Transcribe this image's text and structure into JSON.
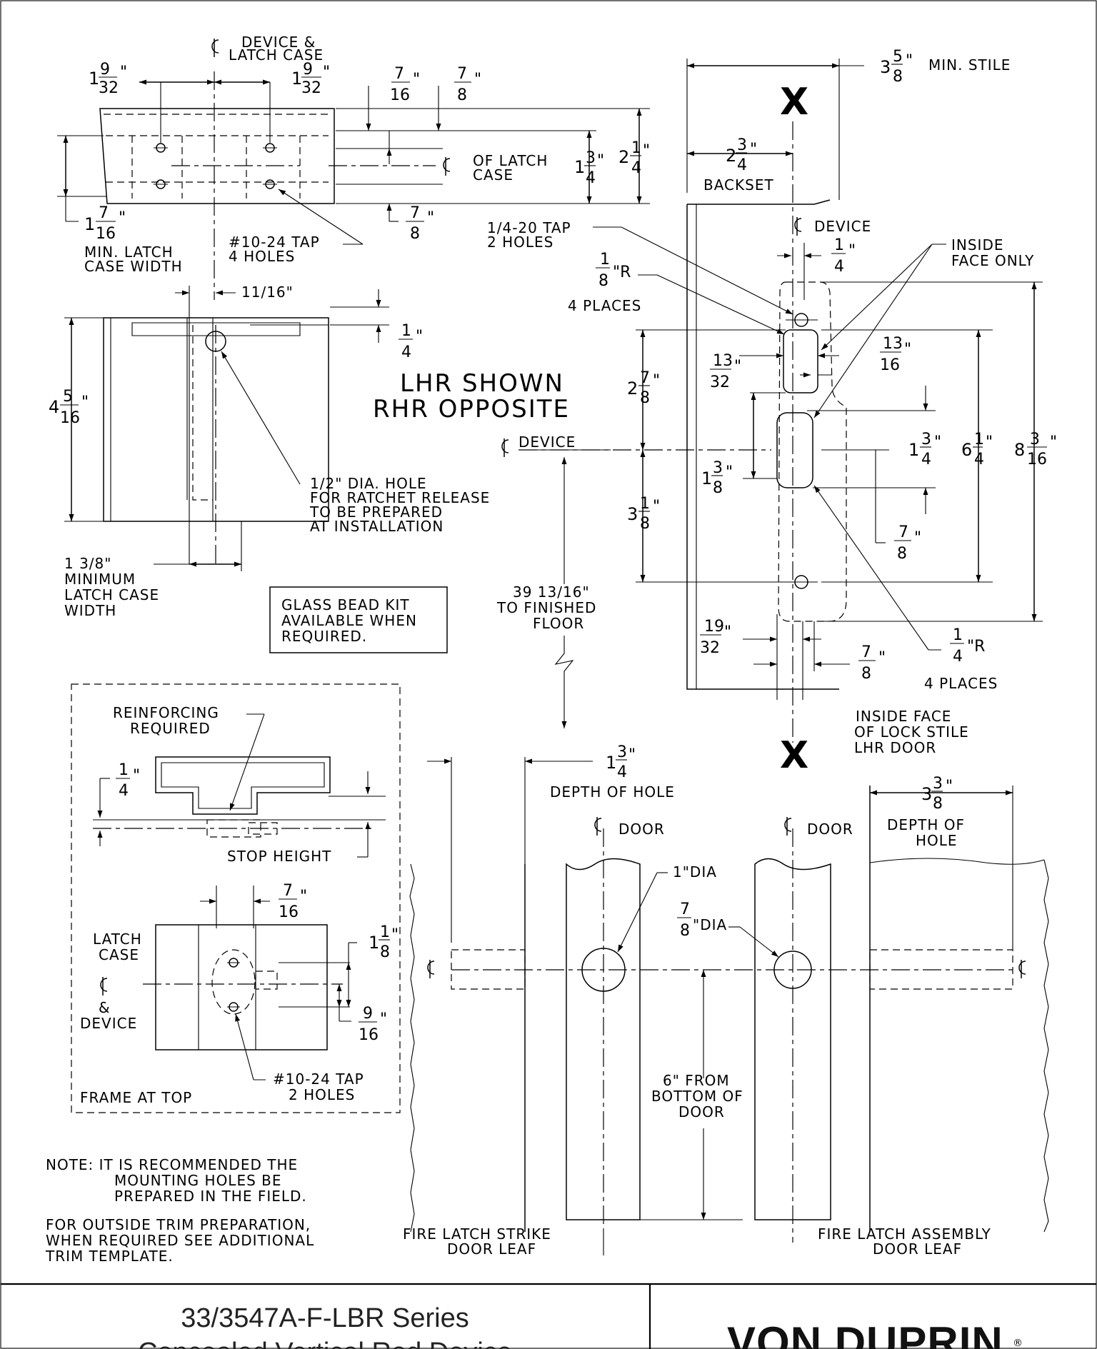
{
  "top_view": {
    "cl_device_latch_case": [
      "DEVICE &",
      "LATCH CASE"
    ],
    "dim_left_top": {
      "whole": "1",
      "num": "9",
      "den": "32",
      "unit": "\""
    },
    "dim_right_top": {
      "whole": "1",
      "num": "9",
      "den": "32",
      "unit": "\""
    },
    "dim_7_16": {
      "num": "7",
      "den": "16",
      "unit": "\""
    },
    "dim_7_8_top": {
      "num": "7",
      "den": "8",
      "unit": "\""
    },
    "cl_latch_case": [
      "OF LATCH",
      "CASE"
    ],
    "dim_1_3_4": {
      "whole": "1",
      "num": "3",
      "den": "4",
      "unit": "\""
    },
    "dim_2_1_4": {
      "whole": "2",
      "num": "1",
      "den": "4",
      "unit": "\""
    },
    "dim_1_7_16": {
      "whole": "1",
      "num": "7",
      "den": "16",
      "unit": "\""
    },
    "dim_7_8_bottom": {
      "num": "7",
      "den": "8",
      "unit": "\""
    },
    "tap_note": [
      "#10-24 TAP",
      "4 HOLES"
    ],
    "min_latch_case": [
      "MIN. LATCH",
      "CASE WIDTH"
    ]
  },
  "side_view": {
    "dim_11_16": "11/16\"",
    "dim_1_4": {
      "num": "1",
      "den": "4",
      "unit": "\""
    },
    "dim_4_5_16": {
      "whole": "4",
      "num": "5",
      "den": "16",
      "unit": "\""
    },
    "hole_note": [
      "1/2\" DIA. HOLE",
      "FOR RATCHET RELEASE",
      "TO BE PREPARED",
      "AT INSTALLATION"
    ],
    "min_latch_width": [
      "1 3/8\"",
      "MINIMUM",
      "LATCH CASE",
      "WIDTH"
    ],
    "handing": [
      "LHR SHOWN",
      "RHR OPPOSITE"
    ],
    "glass_bead": [
      "GLASS BEAD KIT",
      "AVAILABLE WHEN",
      "REQUIRED."
    ]
  },
  "stile_view": {
    "min_stile": {
      "whole": "3",
      "num": "5",
      "den": "8",
      "unit": "\"",
      "text": "MIN. STILE"
    },
    "x_mark": "X",
    "backset": {
      "whole": "2",
      "num": "3",
      "den": "4",
      "unit": "\"",
      "text": "BACKSET"
    },
    "cl_device": "DEVICE",
    "tap_note": [
      "1/4-20 TAP",
      "2 HOLES"
    ],
    "inside_face_only": [
      "INSIDE",
      "FACE ONLY"
    ],
    "dim_1_4": {
      "num": "1",
      "den": "4",
      "unit": "\""
    },
    "radius_1_8": {
      "num": "1",
      "den": "8",
      "unit": "\"R",
      "text": "4 PLACES"
    },
    "dim_13_32": {
      "num": "13",
      "den": "32",
      "unit": "\""
    },
    "dim_13_16": {
      "num": "13",
      "den": "16",
      "unit": "\""
    },
    "dim_2_7_8": {
      "whole": "2",
      "num": "7",
      "den": "8",
      "unit": "\""
    },
    "dim_1_3_8": {
      "whole": "1",
      "num": "3",
      "den": "8",
      "unit": "\""
    },
    "dim_3_1_8": {
      "whole": "3",
      "num": "1",
      "den": "8",
      "unit": "\""
    },
    "dim_1_3_4": {
      "whole": "1",
      "num": "3",
      "den": "4",
      "unit": "\""
    },
    "dim_6_1_4": {
      "whole": "6",
      "num": "1",
      "den": "4",
      "unit": "\""
    },
    "dim_8_3_16": {
      "whole": "8",
      "num": "3",
      "den": "16",
      "unit": "\""
    },
    "dim_7_8": {
      "num": "7",
      "den": "8",
      "unit": "\""
    },
    "dim_19_32": {
      "num": "19",
      "den": "32",
      "unit": "\""
    },
    "dim_7_8_b": {
      "num": "7",
      "den": "8",
      "unit": "\""
    },
    "radius_1_4": {
      "num": "1",
      "den": "4",
      "unit": "\"R",
      "text": "4 PLACES"
    },
    "floor_note": [
      "39 13/16\"",
      "TO FINISHED",
      "FLOOR"
    ],
    "inside_face_note": [
      "INSIDE FACE",
      "OF LOCK STILE",
      "LHR DOOR"
    ]
  },
  "frame_view": {
    "reinforcing": [
      "REINFORCING",
      "REQUIRED"
    ],
    "dim_1_4": {
      "num": "1",
      "den": "4",
      "unit": "\""
    },
    "stop_height": "STOP HEIGHT",
    "dim_7_16": {
      "num": "7",
      "den": "16",
      "unit": "\""
    },
    "latch_case": [
      "LATCH",
      "CASE"
    ],
    "and_device": [
      "&",
      "DEVICE"
    ],
    "dim_1_1_8": {
      "whole": "1",
      "num": "1",
      "den": "8",
      "unit": "\""
    },
    "dim_9_16": {
      "num": "9",
      "den": "16",
      "unit": "\""
    },
    "tap_note": [
      "#10-24 TAP",
      "2 HOLES"
    ],
    "frame_label": "FRAME AT TOP"
  },
  "door_views": {
    "depth_strike": {
      "whole": "1",
      "num": "3",
      "den": "4",
      "unit": "\"",
      "text": "DEPTH OF HOLE"
    },
    "depth_assembly": {
      "whole": "3",
      "num": "3",
      "den": "8",
      "unit": "\"",
      "text": [
        "DEPTH OF",
        "HOLE"
      ]
    },
    "cl_door": "DOOR",
    "hole_1_dia": "1\"DIA",
    "hole_7_8_dia": {
      "num": "7",
      "den": "8",
      "unit": "\"DIA"
    },
    "from_bottom": [
      "6\" FROM",
      "BOTTOM OF",
      "DOOR"
    ],
    "strike_leaf": [
      "FIRE LATCH STRIKE",
      "DOOR LEAF"
    ],
    "assembly_leaf": [
      "FIRE LATCH ASSEMBLY",
      "DOOR LEAF"
    ]
  },
  "notes": {
    "note1": [
      "NOTE: IT IS RECOMMENDED THE",
      "MOUNTING HOLES BE",
      "PREPARED IN THE FIELD."
    ],
    "note2": [
      "FOR OUTSIDE TRIM PREPARATION,",
      "WHEN REQUIRED SEE ADDITIONAL",
      "TRIM TEMPLATE."
    ]
  },
  "title_block": {
    "series": "33/3547A-F-LBR Series",
    "subtitle": "Concealed Vertical Rod Device",
    "brand": "VON DUPRIN",
    "registered": "®"
  }
}
